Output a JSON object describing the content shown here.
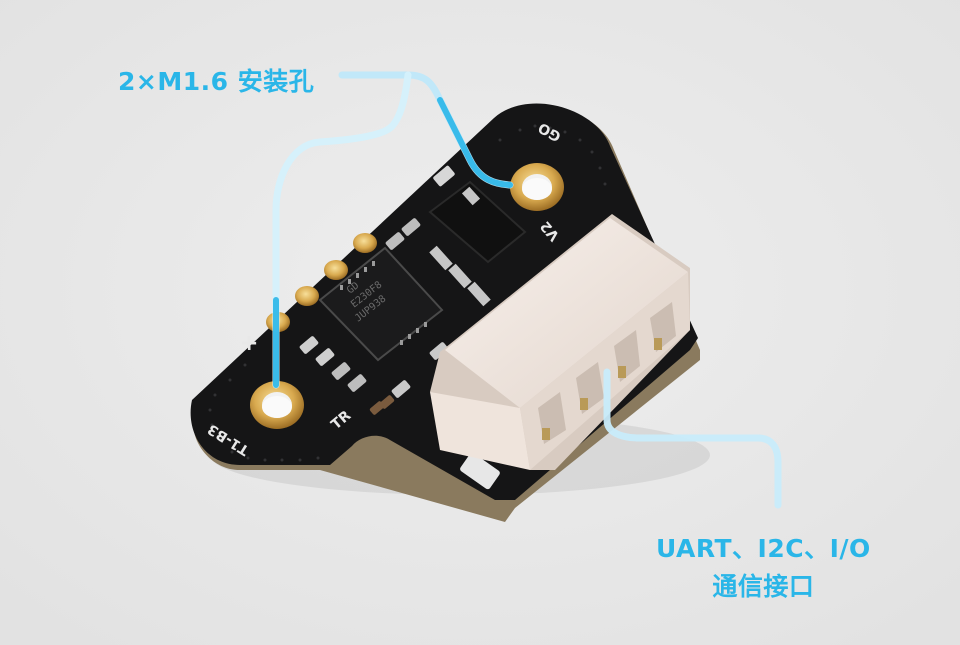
{
  "callouts": {
    "mount_holes": "2×M1.6 安装孔",
    "interface_line1": "UART、I2C、I/O",
    "interface_line2": "通信接口"
  },
  "silkscreen": {
    "top_right": "GO",
    "connector_side": "V2",
    "bottom_left": "T1-B3",
    "bottom_mid": "TR",
    "plus": "+"
  },
  "chip": {
    "line1": "GD",
    "line2": "E230F8",
    "line3": "JUP938"
  },
  "colors": {
    "background": "#e9e9e9",
    "accent": "#2ab6e8",
    "pcb": "#151516",
    "connector": "#f0e6df"
  }
}
